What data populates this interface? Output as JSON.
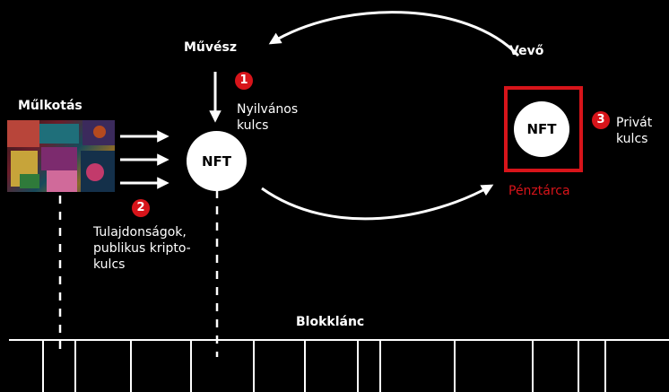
{
  "labels": {
    "artist": "Művész",
    "buyer": "Vevő",
    "artwork": "Műlkotás",
    "public_key": "Nyilvános\nkulcs",
    "properties": "Tulajdonságok,\npublikus kripto-\nkulcs",
    "private_key": "Privát\nkulcs",
    "wallet": "Pénztárca",
    "blockchain": "Blokklánc"
  },
  "nodes": {
    "nft_center": "NFT",
    "nft_wallet": "NFT"
  },
  "steps": [
    "1",
    "2",
    "3"
  ],
  "colors": {
    "background": "#000000",
    "accent_red": "#d7141a",
    "foreground": "#ffffff"
  }
}
